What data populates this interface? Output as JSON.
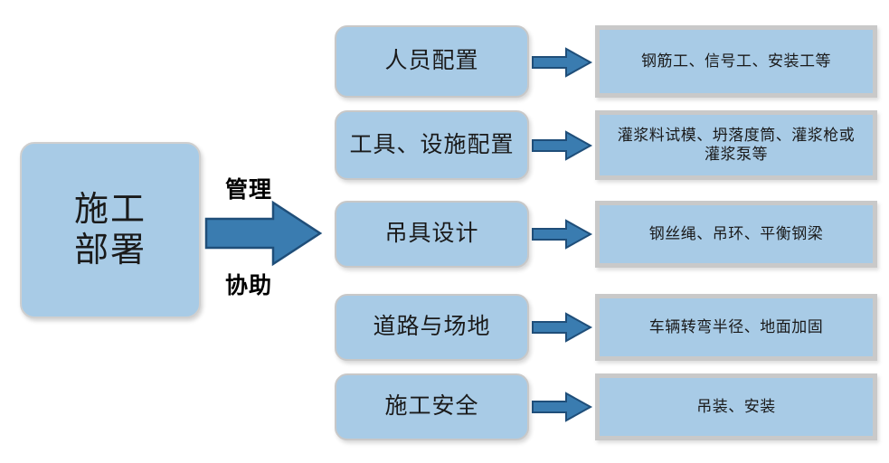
{
  "diagram": {
    "type": "flow-diagram",
    "orientation": "left-to-right",
    "colors": {
      "node_fill": "#a8cbe6",
      "node_border": "#c9c9c9",
      "arrow_fill": "#3a7cb0",
      "arrow_stroke": "#1f4e79",
      "text": "#1a1a1a",
      "background": "#ffffff"
    },
    "root": {
      "line1": "施工",
      "line2": "部署"
    },
    "edge_labels": {
      "above": "管理",
      "below": "协助"
    },
    "branches": [
      {
        "category": "人员配置",
        "detail": "钢筋工、信号工、安装工等"
      },
      {
        "category": "工具、设施配置",
        "detail": "灌浆料试模、坍落度筒、灌浆枪或灌浆泵等"
      },
      {
        "category": "吊具设计",
        "detail": "钢丝绳、吊环、平衡钢梁"
      },
      {
        "category": "道路与场地",
        "detail": "车辆转弯半径、地面加固"
      },
      {
        "category": "施工安全",
        "detail": "吊装、安装"
      }
    ]
  }
}
